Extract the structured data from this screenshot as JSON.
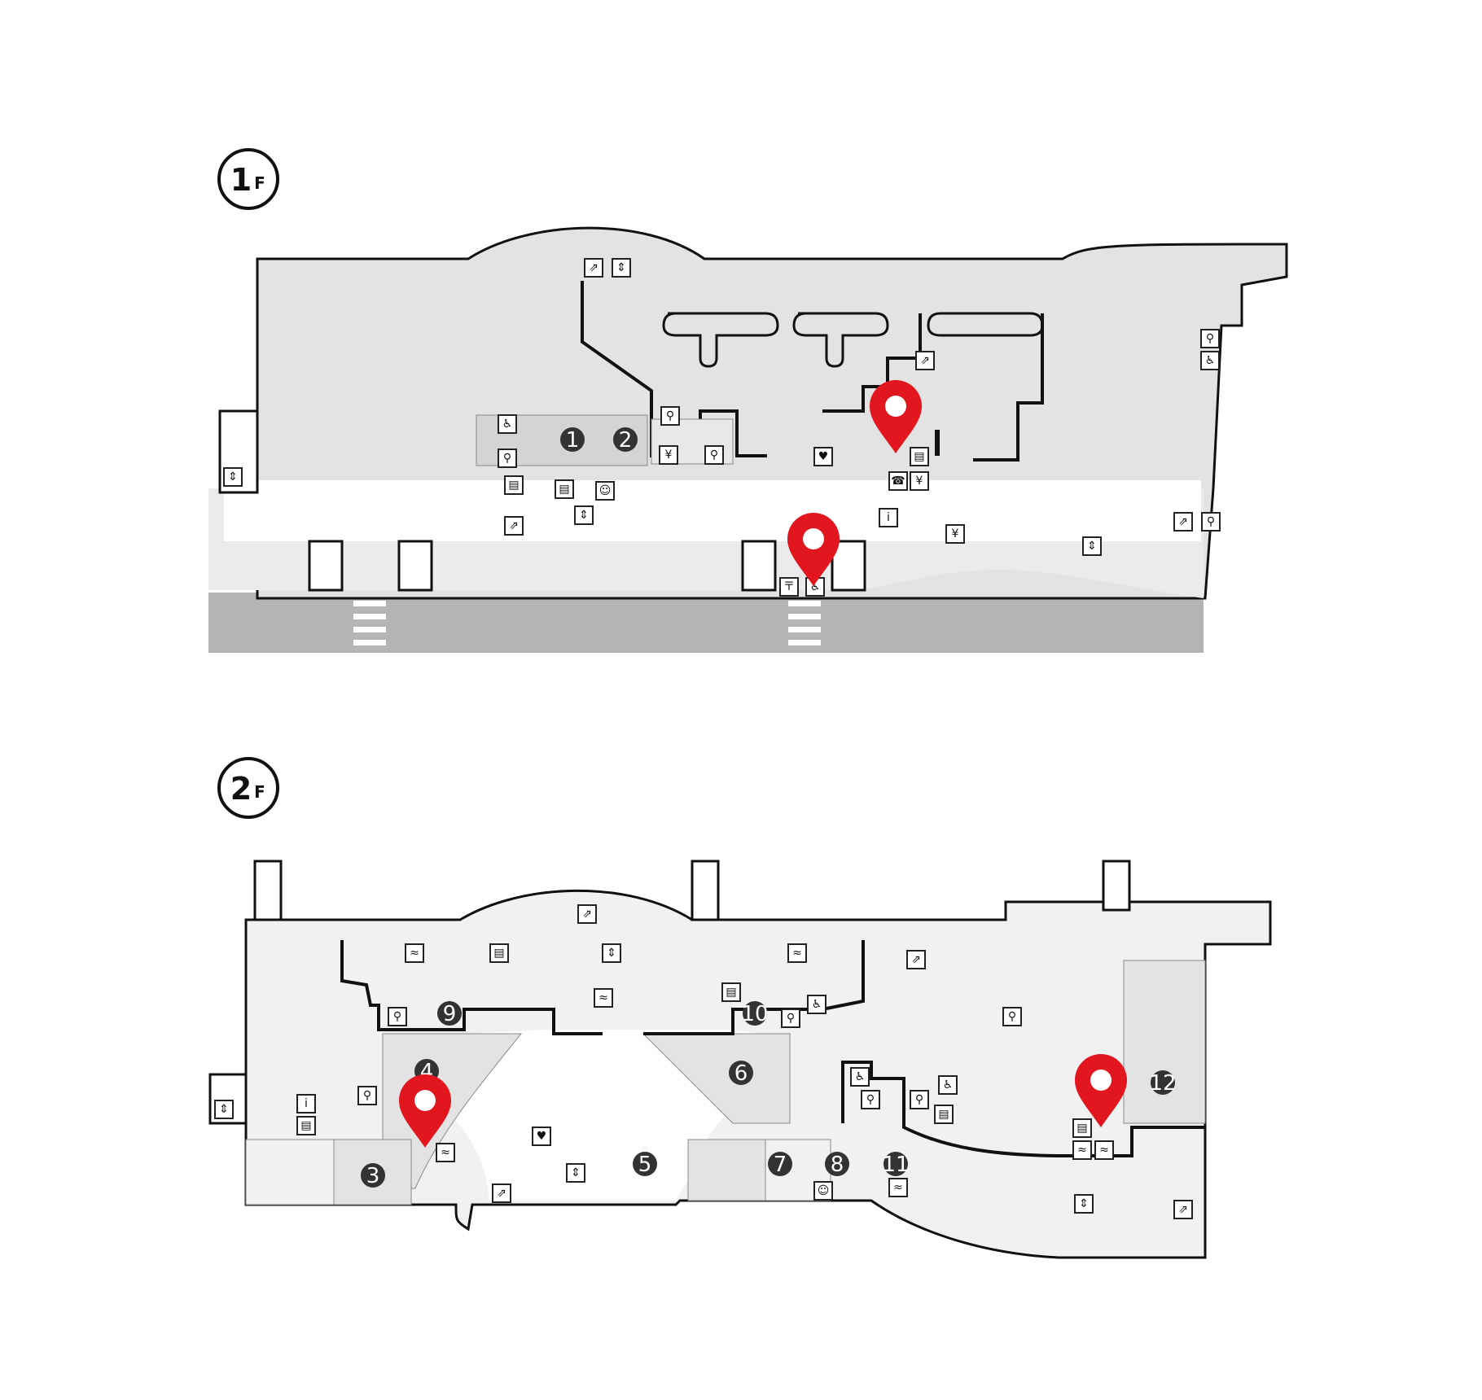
{
  "floors": [
    {
      "number": "1",
      "suffix": "F"
    },
    {
      "number": "2",
      "suffix": "F"
    }
  ],
  "areas_1f": [
    "1",
    "2"
  ],
  "areas_2f": [
    "3",
    "4",
    "5",
    "6",
    "7",
    "8",
    "9",
    "10",
    "11",
    "12"
  ],
  "icons": {
    "escalator": "escalator-icon",
    "elevator": "elevator-icon",
    "restroom": "restroom-icon",
    "accessible_restroom": "wheelchair-icon",
    "locker": "locker-icon",
    "aed": "aed-icon",
    "phone": "phone-icon",
    "bicycle": "bicycle-icon",
    "post": "post-office-icon",
    "baby_room": "baby-room-icon",
    "atm": "atm-icon",
    "info": "information-icon",
    "smoking": "smoking-area-icon",
    "location_pin": "location-pin-icon"
  },
  "colors": {
    "pin": "#e2161f",
    "outline": "#111111",
    "building_fill": "#e3e3e3",
    "platform_fill": "#f1f1f1",
    "road": "#b4b4b4",
    "badge": "#333333"
  }
}
